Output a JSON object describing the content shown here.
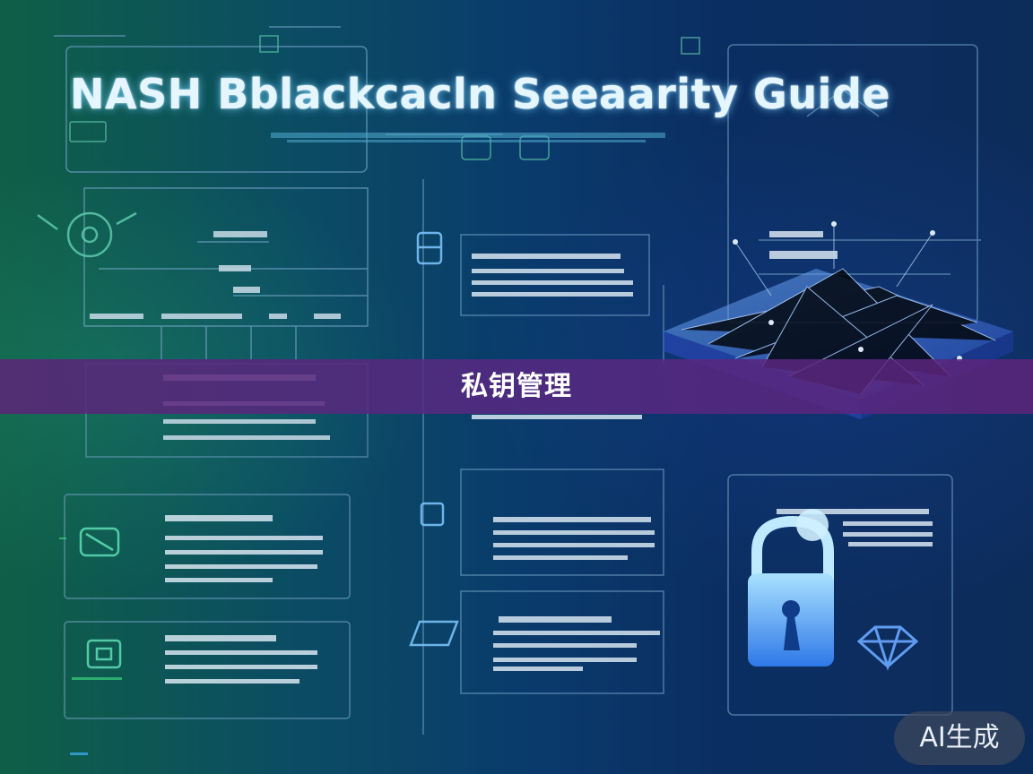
{
  "image": {
    "title": "NASH Bblackcacln Seeaarity Guide",
    "banner_caption": "私钥管理",
    "watermark": "AI生成"
  }
}
